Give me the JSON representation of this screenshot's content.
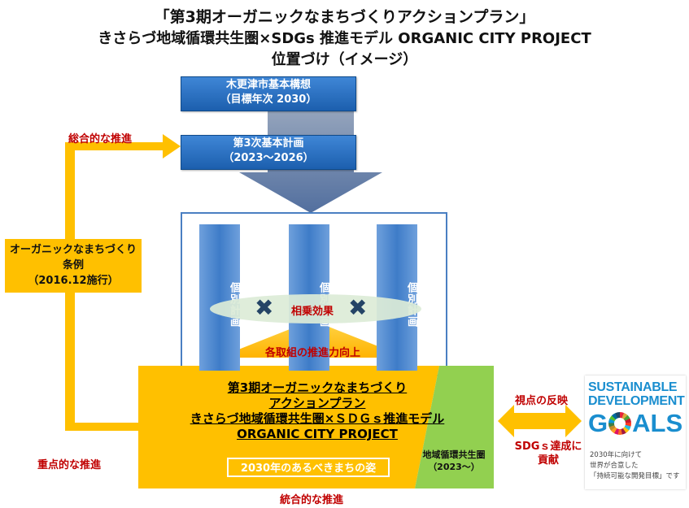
{
  "title": {
    "line1": "「第3期オーガニックなまちづくりアクションプラン」",
    "line2": "きさらづ地域循環共生圏×SDGs 推進モデル ORGANIC CITY PROJECT",
    "line3": "位置づけ（イメージ）"
  },
  "plan": {
    "basic_concept": [
      "木更津市基本構想",
      "（目標年次 2030）"
    ],
    "basic_plan": [
      "第3次基本計画",
      "（2023～2026）"
    ]
  },
  "labels": {
    "comprehensive": "総合的な推進",
    "priority": "重点的な推進",
    "integrated": "統合的な推進"
  },
  "ordinance": [
    "オーガニックなまちづくり",
    "条例",
    "（2016.12施行）"
  ],
  "columns": [
    "個別計画",
    "個別計画",
    "個別計画"
  ],
  "synergy": "相乗効果",
  "boost": "各取組の推進力向上",
  "action_plan": [
    "第3期オーガニックなまちづくり",
    "アクションプラン",
    "きさらづ地域循環共生圏×ＳＤＧｓ推進モデル",
    "ORGANIC CITY PROJECT"
  ],
  "vision_box": "2030年のあるべきまちの姿",
  "regional": [
    "地域循環共生圏",
    "（2023～）"
  ],
  "exchange": {
    "top": "視点の反映",
    "bottom": [
      "SDGｓ達成に",
      "貢献"
    ]
  },
  "sdgs_logo": {
    "line1": "SUSTAINABLE",
    "line2": "DEVELOPMENT",
    "g": "G",
    "als": "ALS",
    "caption": [
      "2030年に向けて",
      "世界が合意した",
      "「持続可能な開発目標」です"
    ]
  },
  "colors": {
    "gold": "#ffc000",
    "green": "#92d050",
    "blue": "#2f75c6",
    "red": "#c00000"
  }
}
